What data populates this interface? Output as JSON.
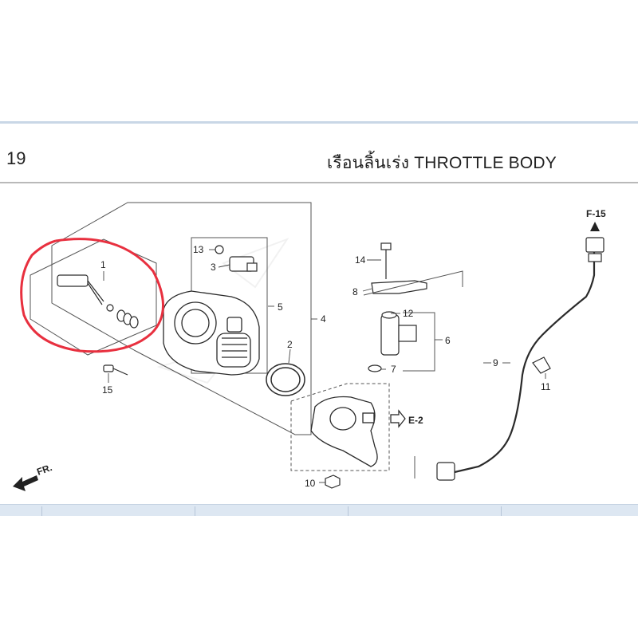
{
  "header": {
    "page_number": "19",
    "title": "เรือนลิ้นเร่ง  THROTTLE BODY"
  },
  "callouts": {
    "p1": "1",
    "p2": "2",
    "p3": "3",
    "p4": "4",
    "p5": "5",
    "p6": "6",
    "p7": "7",
    "p8": "8",
    "p9": "9",
    "p10": "10",
    "p11": "11",
    "p12": "12",
    "p13": "13",
    "p14": "14",
    "p15": "15"
  },
  "references": {
    "f15": "F-15",
    "e2": "E-2",
    "fr": "FR."
  },
  "colors": {
    "highlight": "#e8303f",
    "line": "#2a2a2a",
    "frame": "#555555"
  }
}
